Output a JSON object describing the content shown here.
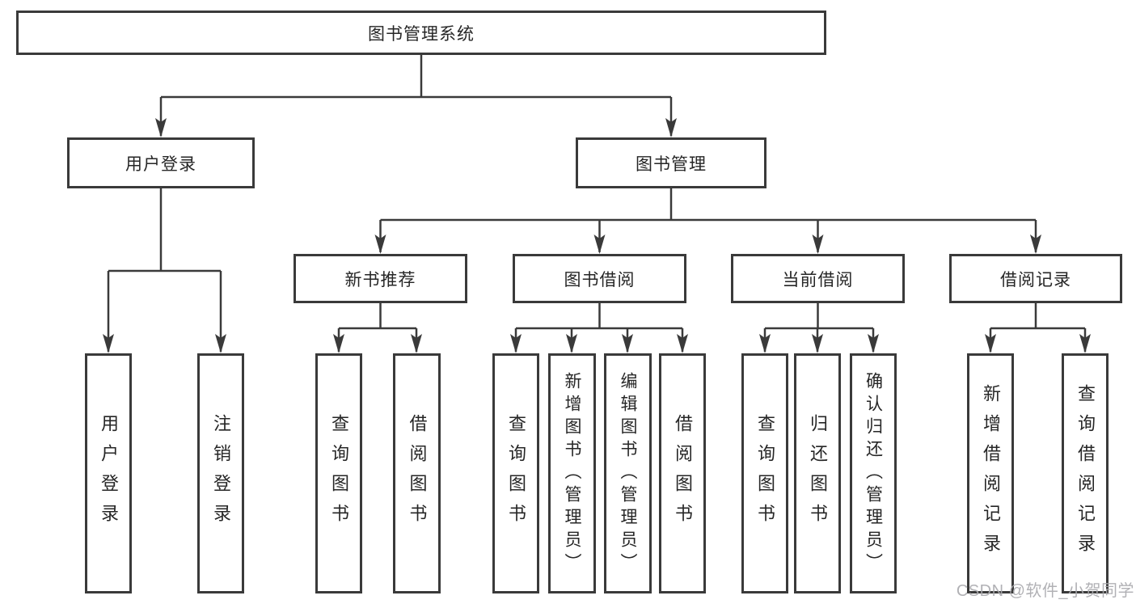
{
  "watermark": {
    "text": "CSDN @软件_小贺同学"
  },
  "colors": {
    "line": "#3a3a3a",
    "text": "#262626",
    "background": "#ffffff",
    "watermark": "#a9a9ad"
  },
  "tree": {
    "root": {
      "label": "图书管理系统"
    },
    "branches": [
      {
        "label": "用户登录",
        "children": [
          {
            "label": "用户登录"
          },
          {
            "label": "注销登录"
          }
        ]
      },
      {
        "label": "图书管理",
        "children": [
          {
            "label": "新书推荐",
            "children": [
              {
                "label": "查询图书"
              },
              {
                "label": "借阅图书"
              }
            ]
          },
          {
            "label": "图书借阅",
            "children": [
              {
                "label": "查询图书"
              },
              {
                "label": "新增图书（管理员）"
              },
              {
                "label": "编辑图书（管理员）"
              },
              {
                "label": "借阅图书"
              }
            ]
          },
          {
            "label": "当前借阅",
            "children": [
              {
                "label": "查询图书"
              },
              {
                "label": "归还图书"
              },
              {
                "label": "确认归还（管理员）"
              }
            ]
          },
          {
            "label": "借阅记录",
            "children": [
              {
                "label": "新增借阅记录"
              },
              {
                "label": "查询借阅记录"
              }
            ]
          }
        ]
      }
    ]
  }
}
